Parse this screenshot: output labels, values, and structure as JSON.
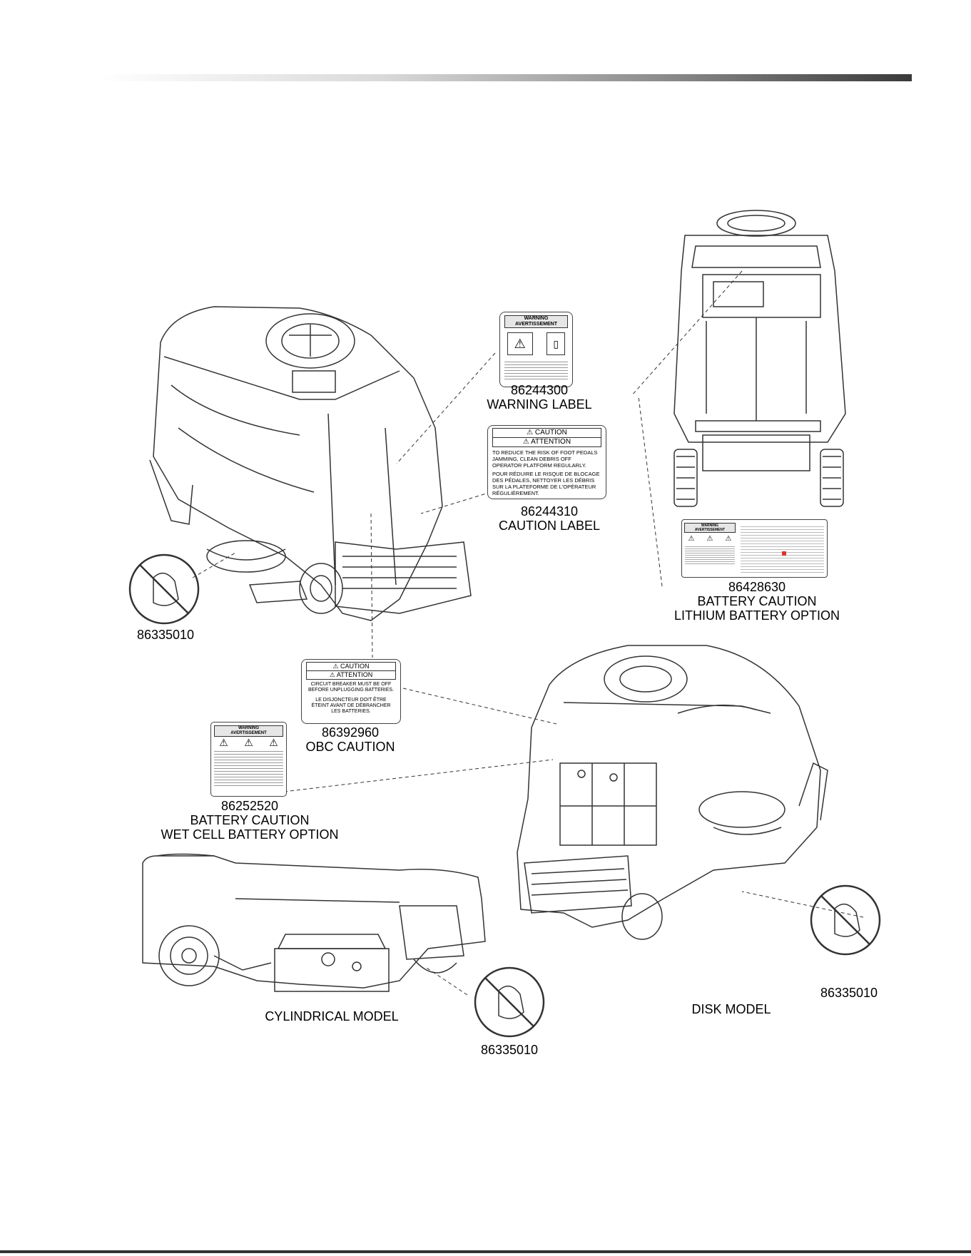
{
  "captions": {
    "warning_label": {
      "part": "86244300",
      "name": "WARNING LABEL"
    },
    "caution_label": {
      "part": "86244310",
      "name": "CAUTION LABEL"
    },
    "lithium": {
      "part": "86428630",
      "line1": "BATTERY CAUTION",
      "line2": "LITHIUM BATTERY OPTION"
    },
    "obc": {
      "part": "86392960",
      "name": "OBC CAUTION"
    },
    "wetcell": {
      "part": "86252520",
      "line1": "BATTERY CAUTION",
      "line2": "WET CELL BATTERY OPTION"
    },
    "no_hands_1": "86335010",
    "no_hands_2": "86335010",
    "no_hands_3": "86335010",
    "cylindrical_model": "CYLINDRICAL MODEL",
    "disk_model": "DISK MODEL"
  },
  "caution_label": {
    "header_en": "CAUTION",
    "header_fr": "ATTENTION",
    "text_en": "TO REDUCE THE RISK OF FOOT PEDALS JAMMING, CLEAN DEBRIS OFF OPERATOR PLATFORM REGULARLY.",
    "text_fr": "POUR RÉDUIRE LE RISQUE DE BLOCAGE DES PÉDALES, NETTOYER LES DÉBRIS SUR LA PLATEFORME DE L'OPÉRATEUR RÉGULIÈREMENT."
  },
  "obc_label": {
    "header_en": "CAUTION",
    "header_fr": "ATTENTION",
    "text_en": "CIRCUIT BREAKER MUST BE OFF BEFORE UNPLUGGING BATTERIES.",
    "text_fr": "LE DISJONCTEUR DOIT ÊTRE ÉTEINT AVANT DE DÉBRANCHER LES BATTERIES."
  },
  "warning_label": {
    "header_en": "WARNING",
    "header_fr": "AVERTISSEMENT"
  },
  "wetcell_label": {
    "header_en": "WARNING",
    "header_fr": "AVERTISSEMENT"
  },
  "lithium_label": {
    "header_en": "WARNING",
    "header_fr": "AVERTISSEMENT"
  }
}
